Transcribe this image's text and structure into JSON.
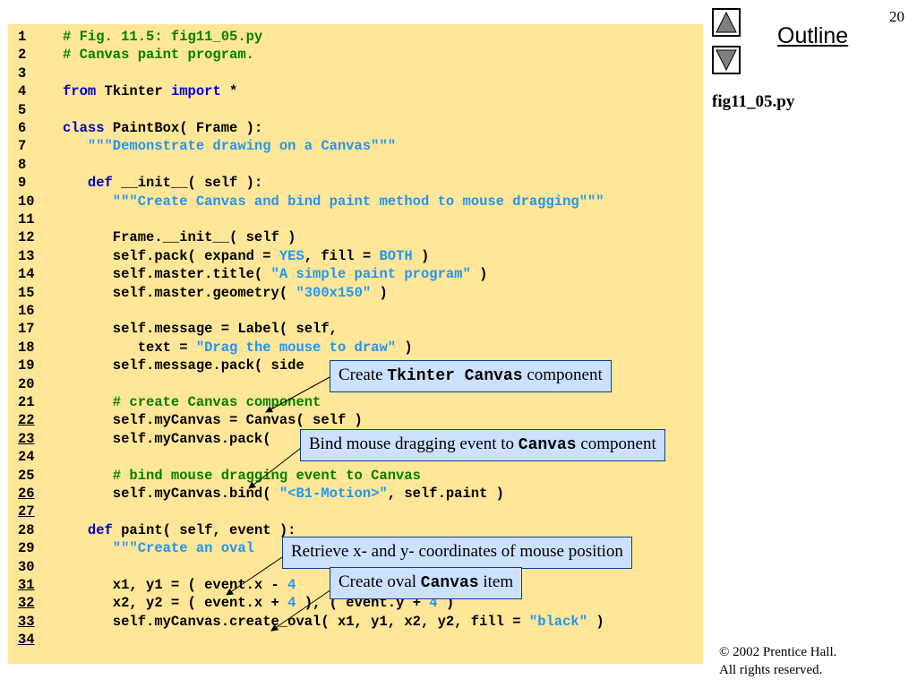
{
  "page_number": "20",
  "nav": {
    "outline_label": "Outline",
    "file_name": "fig11_05.py"
  },
  "code_lines": [
    {
      "num": "1",
      "tokens": [
        {
          "t": "# Fig. 11.5: fig11_05.py",
          "c": "cm"
        }
      ]
    },
    {
      "num": "2",
      "tokens": [
        {
          "t": "# Canvas paint program.",
          "c": "cm"
        }
      ]
    },
    {
      "num": "3",
      "tokens": []
    },
    {
      "num": "4",
      "tokens": [
        {
          "t": "from",
          "c": "kw"
        },
        {
          "t": " Tkinter ",
          "c": ""
        },
        {
          "t": "import",
          "c": "kw"
        },
        {
          "t": " *",
          "c": ""
        }
      ]
    },
    {
      "num": "5",
      "tokens": []
    },
    {
      "num": "6",
      "tokens": [
        {
          "t": "class",
          "c": "kw"
        },
        {
          "t": " PaintBox( Frame ):",
          "c": ""
        }
      ]
    },
    {
      "num": "7",
      "tokens": [
        {
          "t": "   \"\"\"Demonstrate drawing on a Canvas\"\"\"",
          "c": "str"
        }
      ]
    },
    {
      "num": "8",
      "tokens": []
    },
    {
      "num": "9",
      "tokens": [
        {
          "t": "   ",
          "c": ""
        },
        {
          "t": "def",
          "c": "kw"
        },
        {
          "t": " __init__( self ):",
          "c": ""
        }
      ]
    },
    {
      "num": "10",
      "tokens": [
        {
          "t": "      \"\"\"Create Canvas and bind paint method to mouse dragging\"\"\"",
          "c": "str"
        }
      ]
    },
    {
      "num": "11",
      "tokens": []
    },
    {
      "num": "12",
      "tokens": [
        {
          "t": "      Frame.__init__( self )",
          "c": ""
        }
      ]
    },
    {
      "num": "13",
      "tokens": [
        {
          "t": "      self.pack( expand = ",
          "c": ""
        },
        {
          "t": "YES",
          "c": "str"
        },
        {
          "t": ", fill = ",
          "c": ""
        },
        {
          "t": "BOTH",
          "c": "str"
        },
        {
          "t": " )",
          "c": ""
        }
      ]
    },
    {
      "num": "14",
      "tokens": [
        {
          "t": "      self.master.title( ",
          "c": ""
        },
        {
          "t": "\"A simple paint program\"",
          "c": "str"
        },
        {
          "t": " )",
          "c": ""
        }
      ]
    },
    {
      "num": "15",
      "tokens": [
        {
          "t": "      self.master.geometry( ",
          "c": ""
        },
        {
          "t": "\"300x150\"",
          "c": "str"
        },
        {
          "t": " )",
          "c": ""
        }
      ]
    },
    {
      "num": "16",
      "tokens": []
    },
    {
      "num": "17",
      "tokens": [
        {
          "t": "      self.message = Label( self,",
          "c": ""
        }
      ]
    },
    {
      "num": "18",
      "tokens": [
        {
          "t": "         text = ",
          "c": ""
        },
        {
          "t": "\"Drag the mouse to draw\"",
          "c": "str"
        },
        {
          "t": " )",
          "c": ""
        }
      ]
    },
    {
      "num": "19",
      "tokens": [
        {
          "t": "      self.message.pack( side",
          "c": ""
        }
      ]
    },
    {
      "num": "20",
      "tokens": []
    },
    {
      "num": "21",
      "tokens": [
        {
          "t": "      # create Canvas component",
          "c": "cm"
        }
      ]
    },
    {
      "num": "22",
      "underline": true,
      "tokens": [
        {
          "t": "      self.myCanvas = Canvas( self )",
          "c": ""
        }
      ]
    },
    {
      "num": "23",
      "underline": true,
      "tokens": [
        {
          "t": "      self.myCanvas.pack(",
          "c": ""
        }
      ]
    },
    {
      "num": "24",
      "tokens": []
    },
    {
      "num": "25",
      "tokens": [
        {
          "t": "      # bind mouse dragging event to Canvas",
          "c": "cm"
        }
      ]
    },
    {
      "num": "26",
      "underline": true,
      "tokens": [
        {
          "t": "      self.myCanvas.bind( ",
          "c": ""
        },
        {
          "t": "\"<B1-Motion>\"",
          "c": "str"
        },
        {
          "t": ", self.paint )",
          "c": ""
        }
      ]
    },
    {
      "num": "27",
      "underline": true,
      "tokens": []
    },
    {
      "num": "28",
      "tokens": [
        {
          "t": "   ",
          "c": ""
        },
        {
          "t": "def",
          "c": "kw"
        },
        {
          "t": " paint( self, event ):",
          "c": ""
        }
      ]
    },
    {
      "num": "29",
      "tokens": [
        {
          "t": "      \"\"\"Create an oval",
          "c": "str"
        }
      ]
    },
    {
      "num": "30",
      "tokens": []
    },
    {
      "num": "31",
      "underline": true,
      "tokens": [
        {
          "t": "      x1, y1 = ( event.x - ",
          "c": ""
        },
        {
          "t": "4",
          "c": "str"
        }
      ]
    },
    {
      "num": "32",
      "underline": true,
      "tokens": [
        {
          "t": "      x2, y2 = ( event.x + ",
          "c": ""
        },
        {
          "t": "4",
          "c": "str"
        },
        {
          "t": " ), ( event.y + ",
          "c": ""
        },
        {
          "t": "4",
          "c": "str"
        },
        {
          "t": " )",
          "c": ""
        }
      ]
    },
    {
      "num": "33",
      "underline": true,
      "tokens": [
        {
          "t": "      self.myCanvas.create_oval( x1, y1, x2, y2, fill = ",
          "c": ""
        },
        {
          "t": "\"black\"",
          "c": "str"
        },
        {
          "t": " )",
          "c": ""
        }
      ]
    },
    {
      "num": "34",
      "underline": true,
      "tokens": []
    }
  ],
  "callouts": {
    "canvas_component": {
      "pre": "Create ",
      "code": "Tkinter Canvas",
      "post": " component"
    },
    "bind_event": {
      "pre": "Bind mouse dragging event to ",
      "code": "Canvas",
      "post": " component"
    },
    "coordinates": {
      "text": "Retrieve x- and y- coordinates of mouse position"
    },
    "oval_item": {
      "pre": "Create oval ",
      "code": "Canvas",
      "post": " item"
    }
  },
  "copyright": {
    "symbol": "©",
    "line1": " 2002 Prentice Hall.",
    "line2": "All rights reserved."
  },
  "colors": {
    "code_background": "#ffe699",
    "keyword": "#0000cc",
    "string": "#2196f3",
    "comment": "#008000",
    "callout_fill": "#cce0ff",
    "callout_border": "#0f3f8c"
  }
}
